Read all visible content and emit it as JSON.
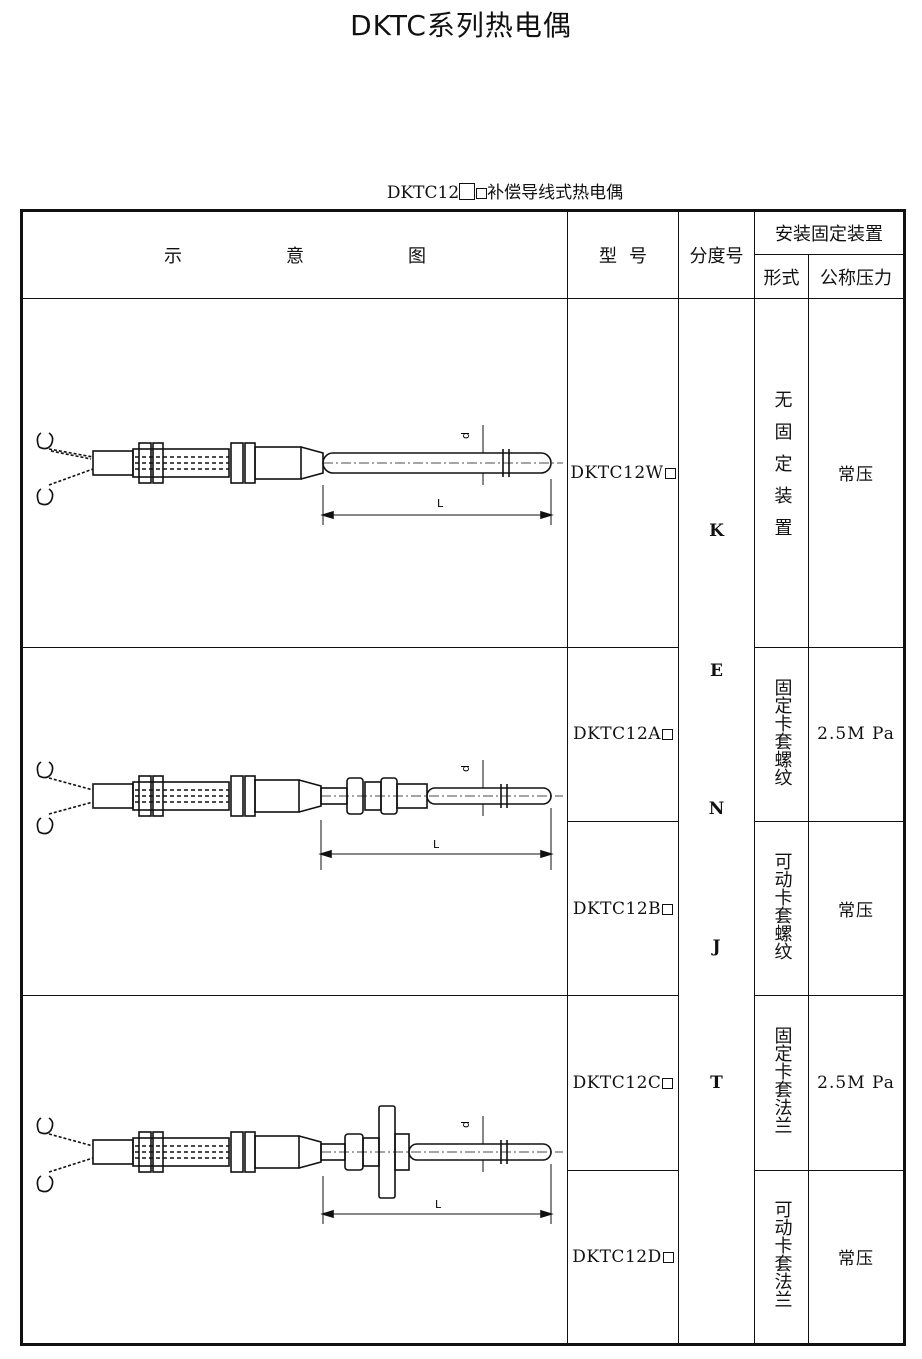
{
  "page_title": "DKTC系列热电偶",
  "caption": {
    "prefix": "DKTC12",
    "suffix": "补偿导线式热电偶"
  },
  "header": {
    "diagram": [
      "示",
      "意",
      "图"
    ],
    "model": [
      "型",
      "号"
    ],
    "grade": "分度号",
    "mount": "安装固定装置",
    "mount_form": "形式",
    "mount_pressure": "公称压力"
  },
  "grades": [
    "K",
    "E",
    "N",
    "J",
    "T"
  ],
  "rows": [
    {
      "model": "DKTC12W",
      "form": "无固定装置",
      "pressure": "常压"
    },
    {
      "model": "DKTC12A",
      "form": "固定卡套螺纹",
      "pressure": "2.5M Pa"
    },
    {
      "model": "DKTC12B",
      "form": "可动卡套螺纹",
      "pressure": "常压"
    },
    {
      "model": "DKTC12C",
      "form": "固定卡套法兰",
      "pressure": "2.5M Pa"
    },
    {
      "model": "DKTC12D",
      "form": "可动卡套法兰",
      "pressure": "常压"
    }
  ],
  "diagram_labels": {
    "length": "L",
    "diameter": "d"
  },
  "colors": {
    "line": "#111111",
    "background": "#ffffff"
  }
}
